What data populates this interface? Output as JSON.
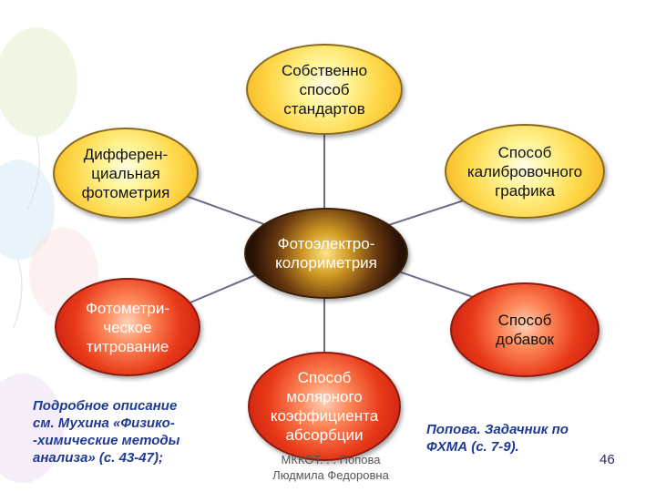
{
  "diagram": {
    "center": "Фотоэлектро-\nколориметрия",
    "top": "Собственно\nспособ\nстандартов",
    "upper_left": "Дифферен-\nциальная\nфотометрия",
    "upper_right": "Способ\nкалибровочного\nграфика",
    "lower_left": "Фотометри-\nческое\nтитрование",
    "lower_right": "Способ\nдобавок",
    "bottom": "Способ\nмолярного\nкоэффициента\nабсорбции"
  },
  "notes": {
    "left": "Подробное описание\nсм. Мухина «Физико-\n-химические методы\nанализа» (с. 43-47);",
    "right": "Попова. Задачник по\nФХМА (с. 7-9)."
  },
  "footer": {
    "author": "МККОТ. . . Попова\nЛюдмила Федоровна",
    "page_number": "46"
  },
  "colors": {
    "node_yellow": "#ffd84a",
    "node_red": "#e83a19",
    "center_dark": "#2a1205",
    "note_blue": "#1f3a93"
  }
}
